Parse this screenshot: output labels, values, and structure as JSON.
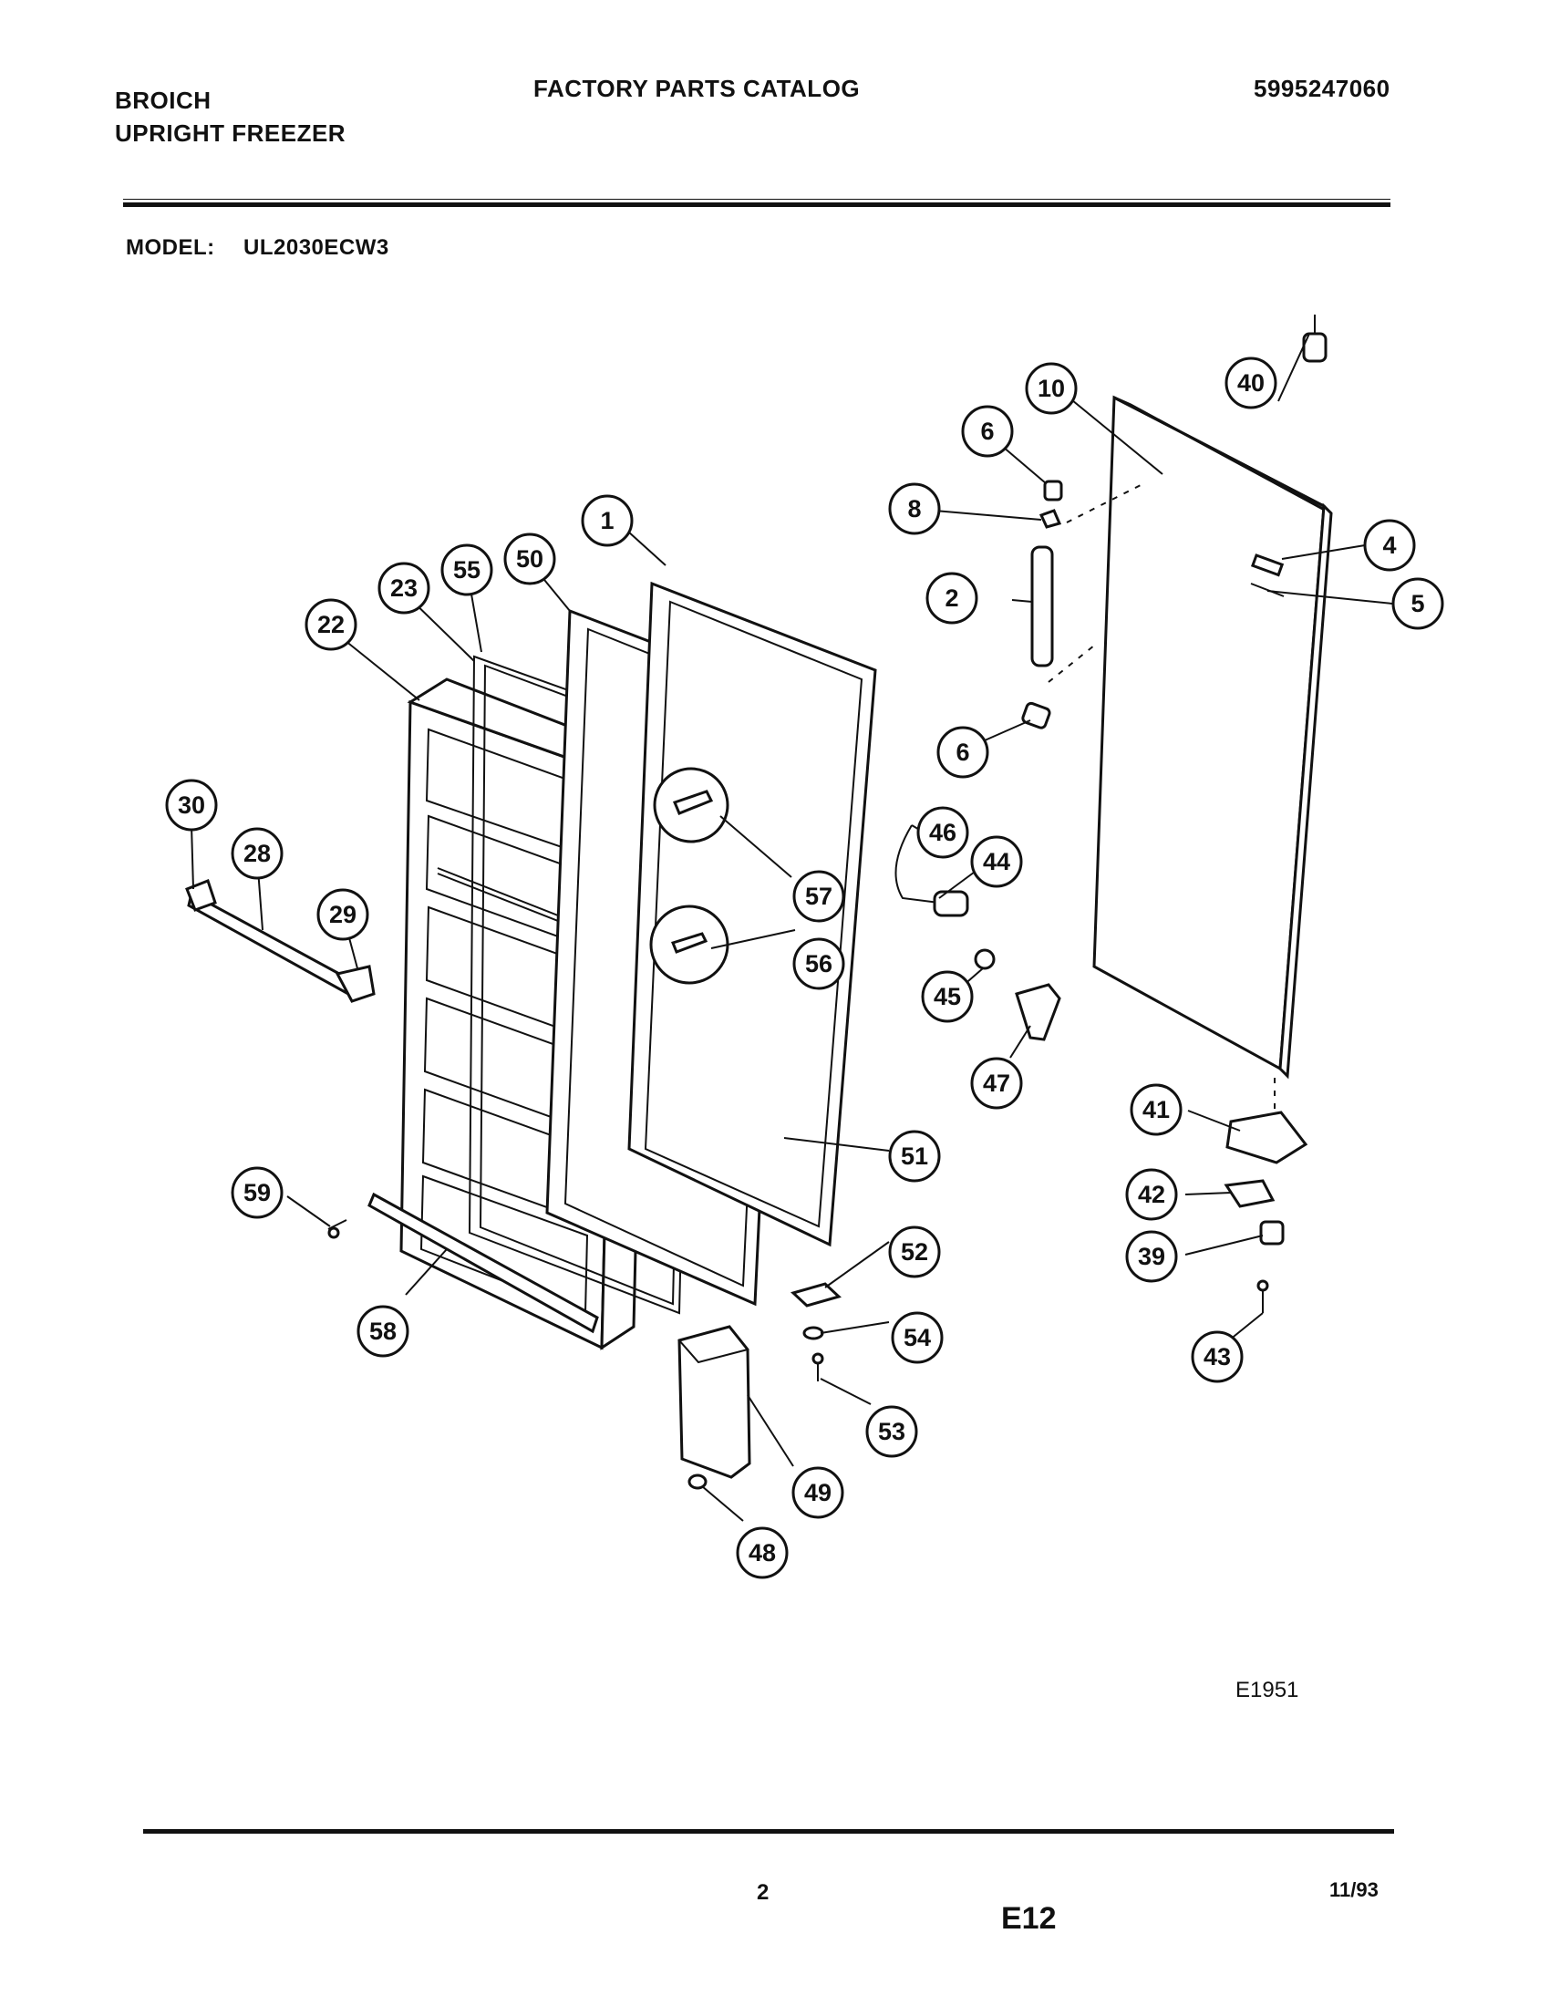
{
  "header": {
    "brand_line1": "BROICH",
    "brand_line2": "UPRIGHT FREEZER",
    "catalog_title": "FACTORY PARTS CATALOG",
    "catalog_number": "5995247060",
    "model_label": "MODEL:",
    "model_value": "UL2030ECW3"
  },
  "diagram": {
    "figure_id": "E1951",
    "callouts": [
      "1",
      "2",
      "4",
      "5",
      "6",
      "6",
      "8",
      "10",
      "22",
      "23",
      "28",
      "29",
      "30",
      "39",
      "40",
      "41",
      "42",
      "43",
      "44",
      "45",
      "46",
      "47",
      "48",
      "49",
      "50",
      "51",
      "52",
      "53",
      "54",
      "55",
      "56",
      "57",
      "58",
      "59"
    ]
  },
  "footer": {
    "page_number": "2",
    "section_code": "E12",
    "date": "11/93"
  }
}
